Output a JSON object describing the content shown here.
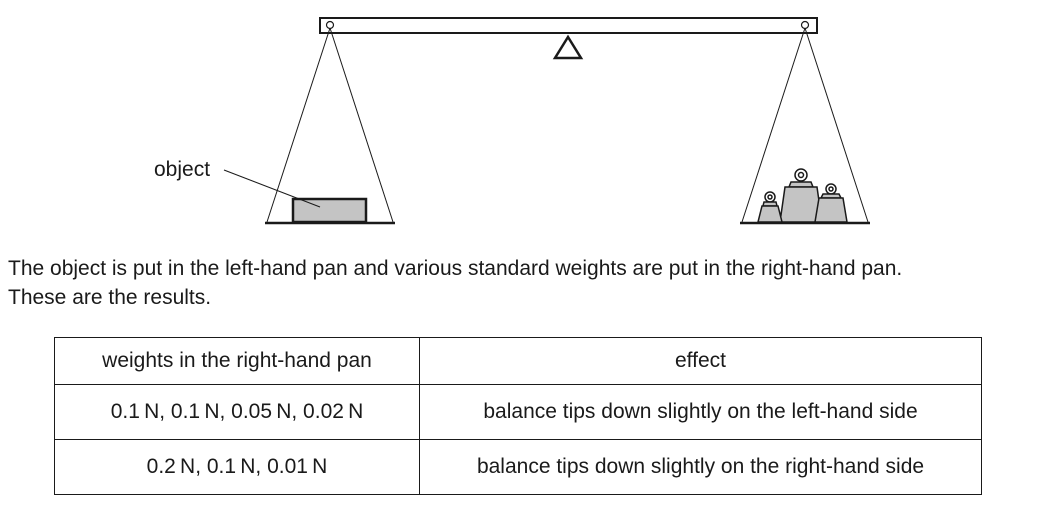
{
  "diagram": {
    "object_label": "object",
    "pivot_icon": "triangle-pivot-icon",
    "weights_icon": "standard-weights-icon"
  },
  "description": {
    "line1": "The object is put in the left-hand pan and various standard weights are put in the right-hand pan.",
    "line2": "These are the results."
  },
  "table": {
    "headers": [
      "weights in the right-hand pan",
      "effect"
    ],
    "rows": [
      [
        "0.1 N, 0.1 N, 0.05 N, 0.02 N",
        "balance tips down slightly on the left-hand side"
      ],
      [
        "0.2 N, 0.1 N, 0.01 N",
        "balance tips down slightly on the right-hand side"
      ]
    ]
  },
  "colors": {
    "line": "#1a1a1a",
    "object_fill": "#c4c4c4",
    "weight_fill": "#c4c4c4"
  }
}
